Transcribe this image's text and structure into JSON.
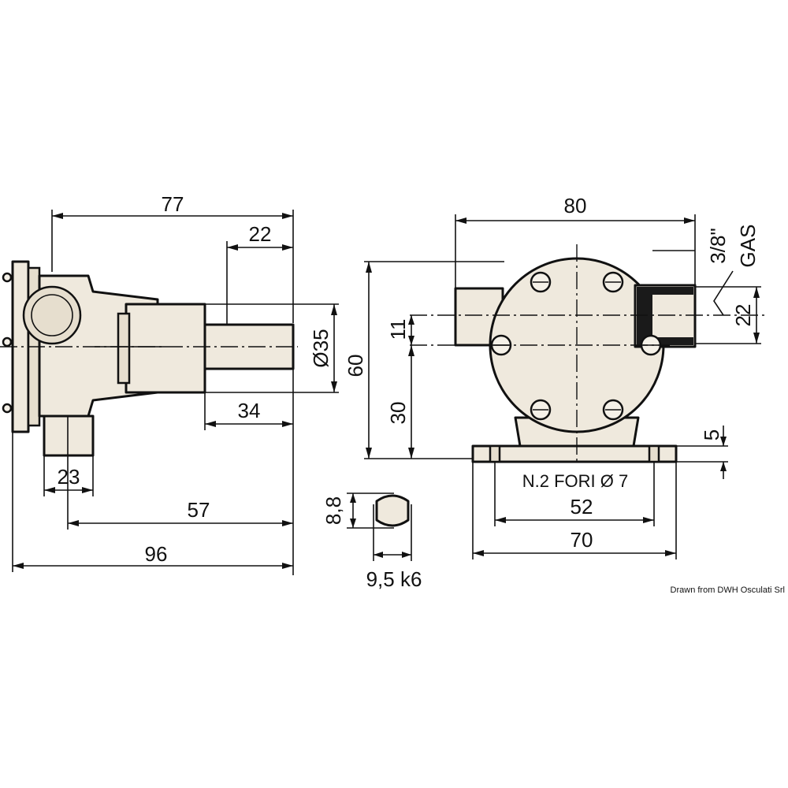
{
  "drawing": {
    "side_view": {
      "overall_length": "77",
      "shaft_extension": "22",
      "housing_diameter": "Ø35",
      "shaft_length": "34",
      "port_width": "23",
      "mount_to_shaft_end": "57",
      "total_length": "96"
    },
    "shaft_section": {
      "height": "8,8",
      "diameter": "9,5 k6"
    },
    "front_view": {
      "total_width": "80",
      "thread_size": "3/8\"",
      "thread_type": "GAS",
      "port_height": "22",
      "total_height": "60",
      "port_offset": "11",
      "axis_height": "30",
      "foot_thickness": "5",
      "holes_note": "N.2 FORI Ø 7",
      "hole_spacing": "52",
      "foot_width": "70"
    },
    "credit": "Drawn from DWH Osculati Srl"
  }
}
